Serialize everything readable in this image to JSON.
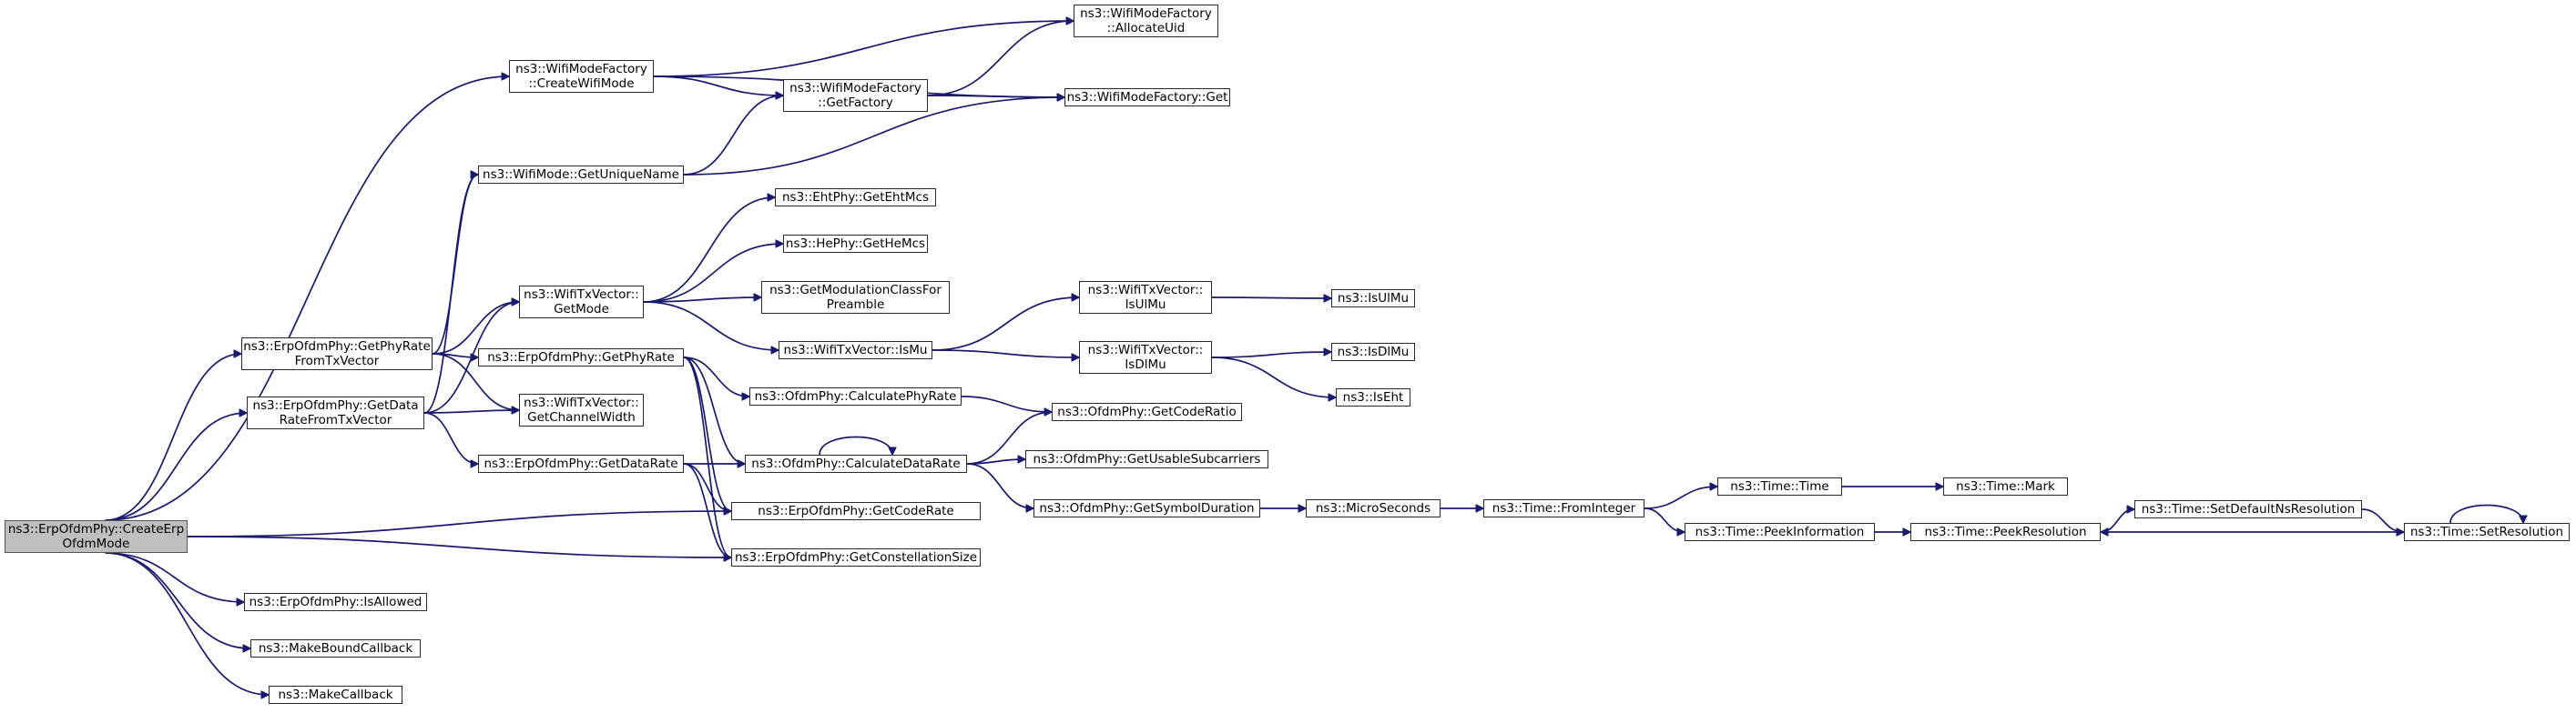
{
  "diagram": {
    "type": "call-graph",
    "nodes": [
      {
        "id": "root",
        "lines": [
          "ns3::ErpOfdmPhy::CreateErp",
          "OfdmMode"
        ],
        "root": true
      },
      {
        "id": "createWifiMode",
        "lines": [
          "ns3::WifiModeFactory",
          "::CreateWifiMode"
        ]
      },
      {
        "id": "allocateUid",
        "lines": [
          "ns3::WifiModeFactory",
          "::AllocateUid"
        ]
      },
      {
        "id": "getFactory",
        "lines": [
          "ns3::WifiModeFactory",
          "::GetFactory"
        ]
      },
      {
        "id": "wmfGet",
        "lines": [
          "ns3::WifiModeFactory::Get"
        ]
      },
      {
        "id": "getUniqueName",
        "lines": [
          "ns3::WifiMode::GetUniqueName"
        ]
      },
      {
        "id": "getEhtMcs",
        "lines": [
          "ns3::EhtPhy::GetEhtMcs"
        ]
      },
      {
        "id": "getHeMcs",
        "lines": [
          "ns3::HePhy::GetHeMcs"
        ]
      },
      {
        "id": "getModulationClass",
        "lines": [
          "ns3::GetModulationClassFor",
          "Preamble"
        ]
      },
      {
        "id": "getMode",
        "lines": [
          "ns3::WifiTxVector::",
          "GetMode"
        ]
      },
      {
        "id": "isMu",
        "lines": [
          "ns3::WifiTxVector::IsMu"
        ]
      },
      {
        "id": "isUlMuVec",
        "lines": [
          "ns3::WifiTxVector::",
          "IsUlMu"
        ]
      },
      {
        "id": "isUlMu",
        "lines": [
          "ns3::IsUlMu"
        ]
      },
      {
        "id": "isDlMuVec",
        "lines": [
          "ns3::WifiTxVector::",
          "IsDlMu"
        ]
      },
      {
        "id": "isDlMu",
        "lines": [
          "ns3::IsDlMu"
        ]
      },
      {
        "id": "isEht",
        "lines": [
          "ns3::IsEht"
        ]
      },
      {
        "id": "getPhyRateFromTx",
        "lines": [
          "ns3::ErpOfdmPhy::GetPhyRate",
          "FromTxVector"
        ]
      },
      {
        "id": "getDataRateFromTx",
        "lines": [
          "ns3::ErpOfdmPhy::GetData",
          "RateFromTxVector"
        ]
      },
      {
        "id": "getPhyRate",
        "lines": [
          "ns3::ErpOfdmPhy::GetPhyRate"
        ]
      },
      {
        "id": "getChannelWidth",
        "lines": [
          "ns3::WifiTxVector::",
          "GetChannelWidth"
        ]
      },
      {
        "id": "calcPhyRate",
        "lines": [
          "ns3::OfdmPhy::CalculatePhyRate"
        ]
      },
      {
        "id": "getCodeRatio",
        "lines": [
          "ns3::OfdmPhy::GetCodeRatio"
        ]
      },
      {
        "id": "getDataRate",
        "lines": [
          "ns3::ErpOfdmPhy::GetDataRate"
        ]
      },
      {
        "id": "calcDataRate",
        "lines": [
          "ns3::OfdmPhy::CalculateDataRate"
        ]
      },
      {
        "id": "getUsableSubcarriers",
        "lines": [
          "ns3::OfdmPhy::GetUsableSubcarriers"
        ]
      },
      {
        "id": "getSymbolDuration",
        "lines": [
          "ns3::OfdmPhy::GetSymbolDuration"
        ]
      },
      {
        "id": "getCodeRate",
        "lines": [
          "ns3::ErpOfdmPhy::GetCodeRate"
        ]
      },
      {
        "id": "getConstellationSize",
        "lines": [
          "ns3::ErpOfdmPhy::GetConstellationSize"
        ]
      },
      {
        "id": "microSeconds",
        "lines": [
          "ns3::MicroSeconds"
        ]
      },
      {
        "id": "fromInteger",
        "lines": [
          "ns3::Time::FromInteger"
        ]
      },
      {
        "id": "timeTime",
        "lines": [
          "ns3::Time::Time"
        ]
      },
      {
        "id": "timeMark",
        "lines": [
          "ns3::Time::Mark"
        ]
      },
      {
        "id": "peekInformation",
        "lines": [
          "ns3::Time::PeekInformation"
        ]
      },
      {
        "id": "peekResolution",
        "lines": [
          "ns3::Time::PeekResolution"
        ]
      },
      {
        "id": "setDefaultNsResolution",
        "lines": [
          "ns3::Time::SetDefaultNsResolution"
        ]
      },
      {
        "id": "setResolution",
        "lines": [
          "ns3::Time::SetResolution"
        ]
      },
      {
        "id": "isAllowed",
        "lines": [
          "ns3::ErpOfdmPhy::IsAllowed"
        ]
      },
      {
        "id": "makeBoundCallback",
        "lines": [
          "ns3::MakeBoundCallback"
        ]
      },
      {
        "id": "makeCallback",
        "lines": [
          "ns3::MakeCallback"
        ]
      }
    ],
    "edges": [
      {
        "from": "createWifiMode",
        "to": "allocateUid"
      },
      {
        "from": "createWifiMode",
        "to": "getFactory"
      },
      {
        "from": "createWifiMode",
        "to": "wmfGet"
      },
      {
        "from": "getFactory",
        "to": "allocateUid"
      },
      {
        "from": "getFactory",
        "to": "wmfGet"
      },
      {
        "from": "getUniqueName",
        "to": "getFactory"
      },
      {
        "from": "getUniqueName",
        "to": "wmfGet"
      },
      {
        "from": "getMode",
        "to": "getEhtMcs"
      },
      {
        "from": "getMode",
        "to": "getHeMcs"
      },
      {
        "from": "getMode",
        "to": "getModulationClass"
      },
      {
        "from": "getMode",
        "to": "isMu"
      },
      {
        "from": "isMu",
        "to": "isUlMuVec"
      },
      {
        "from": "isMu",
        "to": "isDlMuVec"
      },
      {
        "from": "isUlMuVec",
        "to": "isUlMu"
      },
      {
        "from": "isDlMuVec",
        "to": "isDlMu"
      },
      {
        "from": "isDlMuVec",
        "to": "isEht"
      },
      {
        "from": "root",
        "to": "createWifiMode"
      },
      {
        "from": "root",
        "to": "getPhyRateFromTx"
      },
      {
        "from": "root",
        "to": "getDataRateFromTx"
      },
      {
        "from": "root",
        "to": "getCodeRate"
      },
      {
        "from": "root",
        "to": "getConstellationSize"
      },
      {
        "from": "root",
        "to": "isAllowed"
      },
      {
        "from": "root",
        "to": "makeBoundCallback"
      },
      {
        "from": "root",
        "to": "makeCallback"
      },
      {
        "from": "getPhyRateFromTx",
        "to": "getUniqueName"
      },
      {
        "from": "getPhyRateFromTx",
        "to": "getMode"
      },
      {
        "from": "getPhyRateFromTx",
        "to": "getPhyRate"
      },
      {
        "from": "getPhyRateFromTx",
        "to": "getChannelWidth"
      },
      {
        "from": "getDataRateFromTx",
        "to": "getUniqueName"
      },
      {
        "from": "getDataRateFromTx",
        "to": "getMode"
      },
      {
        "from": "getDataRateFromTx",
        "to": "getChannelWidth"
      },
      {
        "from": "getDataRateFromTx",
        "to": "getDataRate"
      },
      {
        "from": "getPhyRate",
        "to": "calcPhyRate"
      },
      {
        "from": "getPhyRate",
        "to": "calcDataRate"
      },
      {
        "from": "getPhyRate",
        "to": "getCodeRate"
      },
      {
        "from": "getPhyRate",
        "to": "getConstellationSize"
      },
      {
        "from": "calcPhyRate",
        "to": "getCodeRatio"
      },
      {
        "from": "getDataRate",
        "to": "calcDataRate"
      },
      {
        "from": "getDataRate",
        "to": "getCodeRate"
      },
      {
        "from": "getDataRate",
        "to": "getConstellationSize"
      },
      {
        "from": "calcDataRate",
        "to": "calcDataRate"
      },
      {
        "from": "calcDataRate",
        "to": "getCodeRatio"
      },
      {
        "from": "calcDataRate",
        "to": "getUsableSubcarriers"
      },
      {
        "from": "calcDataRate",
        "to": "getSymbolDuration"
      },
      {
        "from": "getSymbolDuration",
        "to": "microSeconds"
      },
      {
        "from": "microSeconds",
        "to": "fromInteger"
      },
      {
        "from": "fromInteger",
        "to": "timeTime"
      },
      {
        "from": "fromInteger",
        "to": "peekInformation"
      },
      {
        "from": "timeTime",
        "to": "timeMark"
      },
      {
        "from": "peekInformation",
        "to": "peekResolution"
      },
      {
        "from": "peekResolution",
        "to": "setDefaultNsResolution"
      },
      {
        "from": "setDefaultNsResolution",
        "to": "setResolution"
      },
      {
        "from": "setResolution",
        "to": "peekResolution"
      },
      {
        "from": "setResolution",
        "to": "setResolution"
      }
    ]
  }
}
